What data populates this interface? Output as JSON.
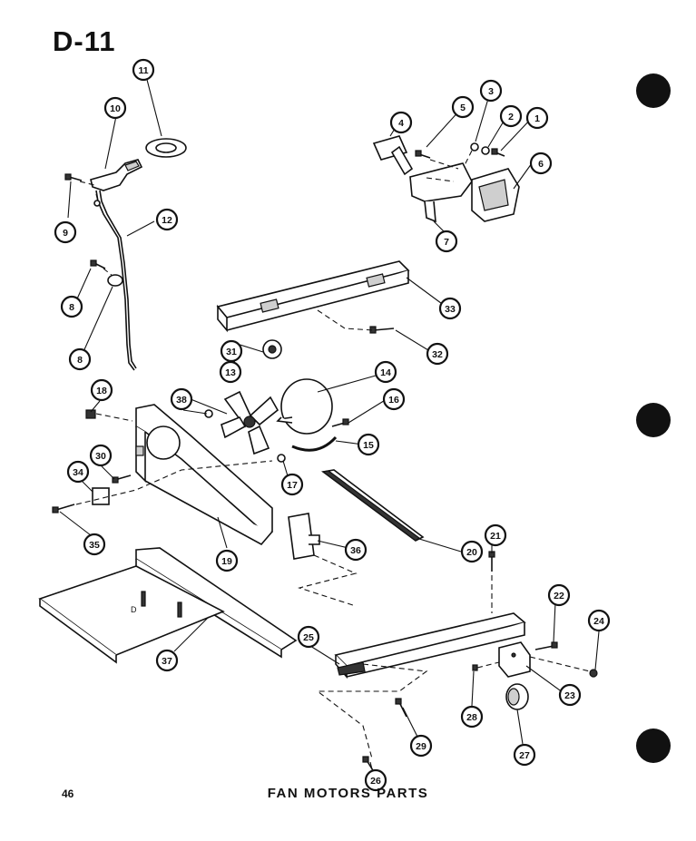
{
  "header": {
    "page_code": "D-11"
  },
  "footer": {
    "page_number": "46",
    "caption": "FAN MOTORS PARTS"
  },
  "callouts": [
    {
      "id": "c1",
      "label": "1"
    },
    {
      "id": "c2",
      "label": "2"
    },
    {
      "id": "c3",
      "label": "3"
    },
    {
      "id": "c4",
      "label": "4"
    },
    {
      "id": "c5",
      "label": "5"
    },
    {
      "id": "c6",
      "label": "6"
    },
    {
      "id": "c7",
      "label": "7"
    },
    {
      "id": "c8a",
      "label": "8"
    },
    {
      "id": "c8b",
      "label": "8"
    },
    {
      "id": "c9",
      "label": "9"
    },
    {
      "id": "c10",
      "label": "10"
    },
    {
      "id": "c11",
      "label": "11"
    },
    {
      "id": "c12",
      "label": "12"
    },
    {
      "id": "c13",
      "label": "13"
    },
    {
      "id": "c14",
      "label": "14"
    },
    {
      "id": "c15",
      "label": "15"
    },
    {
      "id": "c16",
      "label": "16"
    },
    {
      "id": "c17",
      "label": "17"
    },
    {
      "id": "c18",
      "label": "18"
    },
    {
      "id": "c19",
      "label": "19"
    },
    {
      "id": "c20",
      "label": "20"
    },
    {
      "id": "c21",
      "label": "21"
    },
    {
      "id": "c22",
      "label": "22"
    },
    {
      "id": "c23",
      "label": "23"
    },
    {
      "id": "c24",
      "label": "24"
    },
    {
      "id": "c25",
      "label": "25"
    },
    {
      "id": "c26",
      "label": "26"
    },
    {
      "id": "c27",
      "label": "27"
    },
    {
      "id": "c28",
      "label": "28"
    },
    {
      "id": "c29",
      "label": "29"
    },
    {
      "id": "c30",
      "label": "30"
    },
    {
      "id": "c31",
      "label": "31"
    },
    {
      "id": "c32",
      "label": "32"
    },
    {
      "id": "c33",
      "label": "33"
    },
    {
      "id": "c34",
      "label": "34"
    },
    {
      "id": "c35",
      "label": "35"
    },
    {
      "id": "c36",
      "label": "36"
    },
    {
      "id": "c37",
      "label": "37"
    },
    {
      "id": "c38",
      "label": "38"
    }
  ]
}
